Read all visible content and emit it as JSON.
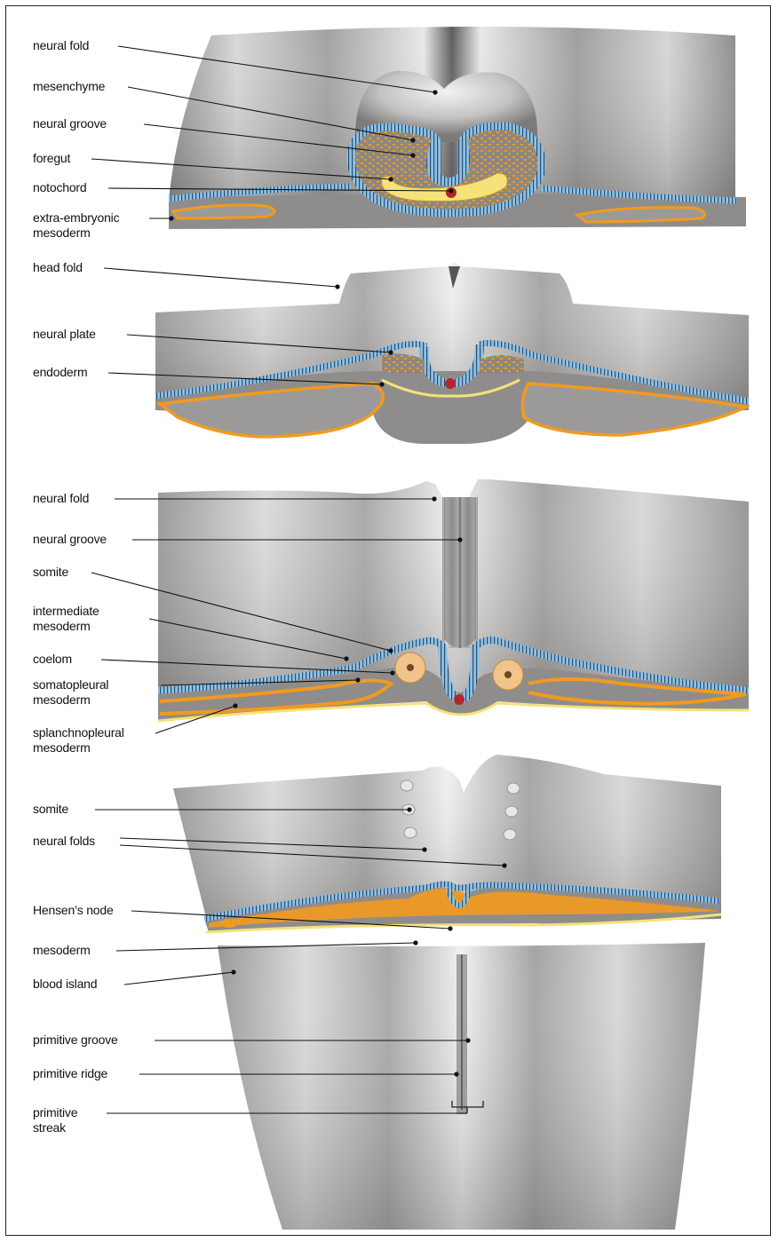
{
  "panels": [
    {
      "id": "panel-1",
      "labels": [
        "neural fold",
        "mesenchyme",
        "neural groove",
        "foregut",
        "notochord",
        "extra-embryonic\nmesoderm"
      ]
    },
    {
      "id": "panel-2",
      "labels": [
        "head fold",
        "neural plate",
        "endoderm"
      ]
    },
    {
      "id": "panel-3",
      "labels": [
        "neural fold",
        "neural groove",
        "somite",
        "intermediate\nmesoderm",
        "coelom",
        "somatopleural\nmesoderm",
        "splanchnopleural\nmesoderm"
      ]
    },
    {
      "id": "panel-4",
      "labels": [
        "somite",
        "neural folds",
        "Hensen’s node",
        "mesoderm",
        "blood island"
      ]
    },
    {
      "id": "panel-5",
      "labels": [
        "primitive groove",
        "primitive ridge",
        "primitive\nstreak"
      ]
    }
  ],
  "colors": {
    "ectoderm": "#7fb3dc",
    "mesoderm": "#f29a1f",
    "endoderm": "#f5e27a",
    "notochord": "#b3262c",
    "surface": "#b9b7b6"
  }
}
